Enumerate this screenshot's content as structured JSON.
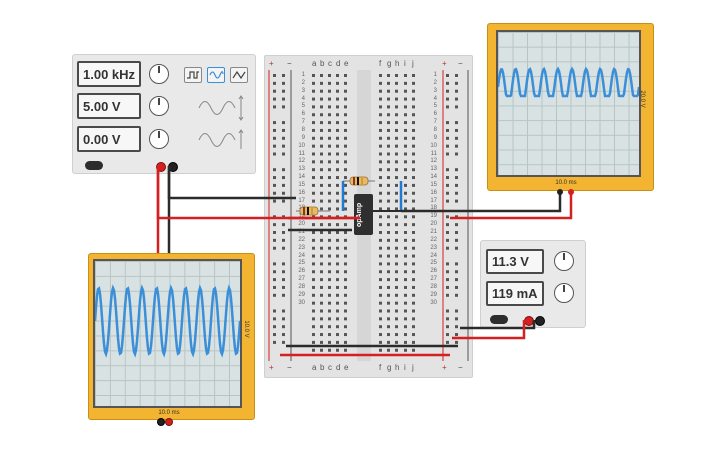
{
  "function_generator": {
    "frequency": "1.00 kHz",
    "amplitude": "5.00 V",
    "offset": "0.00 V",
    "waveforms": [
      "square-wave-icon",
      "sine-wave-icon",
      "triangle-wave-icon"
    ],
    "selected_waveform": "sine-wave-icon"
  },
  "scope_output": {
    "vertical": "20.0 V",
    "timebase": "10.0 ms"
  },
  "scope_input": {
    "vertical": "10.0 V",
    "timebase": "10.0 ms"
  },
  "power_supply": {
    "voltage": "11.3 V",
    "current": "119 mA"
  },
  "breadboard": {
    "columns_left": [
      "a",
      "b",
      "c",
      "d",
      "e"
    ],
    "columns_right": [
      "f",
      "g",
      "h",
      "i",
      "j"
    ],
    "rail_plus": "+",
    "rail_minus": "−",
    "rows": [
      "1",
      "2",
      "3",
      "4",
      "5",
      "6",
      "7",
      "8",
      "9",
      "10",
      "11",
      "12",
      "13",
      "14",
      "15",
      "16",
      "17",
      "18",
      "19",
      "20",
      "21",
      "22",
      "23",
      "24",
      "25",
      "26",
      "27",
      "28",
      "29",
      "30"
    ]
  },
  "opamp": {
    "label": "opAmp"
  },
  "colors": {
    "scope_body": "#f2b431",
    "trace": "#3a8fd8",
    "wire_red": "#d42020",
    "wire_black": "#2b2b2b"
  }
}
